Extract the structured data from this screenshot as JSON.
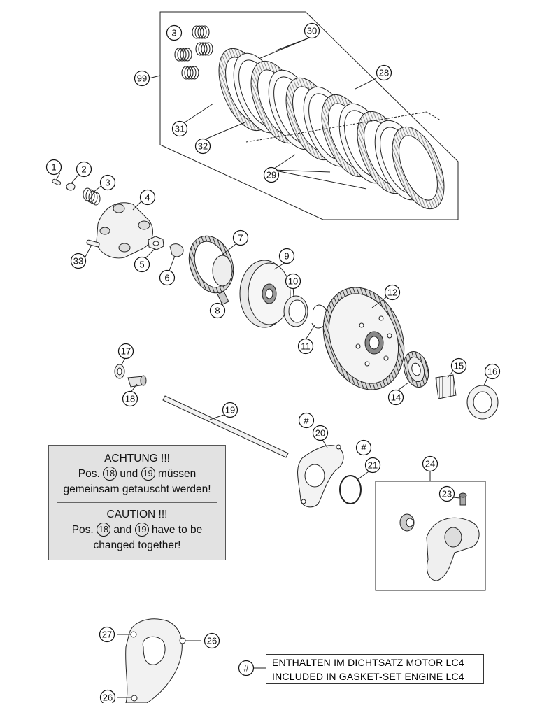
{
  "callouts": [
    {
      "id": "c99",
      "label": "99"
    },
    {
      "id": "c3a",
      "label": "3"
    },
    {
      "id": "c30",
      "label": "30"
    },
    {
      "id": "c28",
      "label": "28"
    },
    {
      "id": "c31",
      "label": "31"
    },
    {
      "id": "c32",
      "label": "32"
    },
    {
      "id": "c29",
      "label": "29"
    },
    {
      "id": "c1",
      "label": "1"
    },
    {
      "id": "c2",
      "label": "2"
    },
    {
      "id": "c3b",
      "label": "3"
    },
    {
      "id": "c4",
      "label": "4"
    },
    {
      "id": "c5",
      "label": "5"
    },
    {
      "id": "c33",
      "label": "33"
    },
    {
      "id": "c6",
      "label": "6"
    },
    {
      "id": "c7",
      "label": "7"
    },
    {
      "id": "c8",
      "label": "8"
    },
    {
      "id": "c9",
      "label": "9"
    },
    {
      "id": "c10",
      "label": "10"
    },
    {
      "id": "c11",
      "label": "11"
    },
    {
      "id": "c12",
      "label": "12"
    },
    {
      "id": "c14",
      "label": "14"
    },
    {
      "id": "c15",
      "label": "15"
    },
    {
      "id": "c16",
      "label": "16"
    },
    {
      "id": "c17",
      "label": "17"
    },
    {
      "id": "c18",
      "label": "18"
    },
    {
      "id": "c19",
      "label": "19"
    },
    {
      "id": "c20",
      "label": "20"
    },
    {
      "id": "c20h",
      "label": "#"
    },
    {
      "id": "c21",
      "label": "21"
    },
    {
      "id": "c21h",
      "label": "#"
    },
    {
      "id": "c24",
      "label": "24"
    },
    {
      "id": "c23",
      "label": "23"
    },
    {
      "id": "c27",
      "label": "27"
    },
    {
      "id": "c26a",
      "label": "26"
    },
    {
      "id": "c26b",
      "label": "26"
    },
    {
      "id": "cLegend",
      "label": "#"
    }
  ],
  "notice_de": {
    "title": "ACHTUNG !!!",
    "pos": "Pos.",
    "ref_a": "18",
    "und": "und",
    "ref_b": "19",
    "tail": "müssen",
    "line3": "gemeinsam getauscht werden!"
  },
  "notice_en": {
    "title": "CAUTION !!!",
    "pos": "Pos.",
    "ref_a": "18",
    "and": "and",
    "ref_b": "19",
    "tail": "have to be",
    "line3": "changed together!"
  },
  "legend": {
    "symbol": "#",
    "line1": "ENTHALTEN IM DICHTSATZ MOTOR LC4",
    "line2": "INCLUDED IN GASKET-SET ENGINE LC4"
  },
  "colors": {
    "line": "#222222",
    "notice_bg": "#e2e2e2",
    "part_fill": "#efefef",
    "part_dark": "#7a7a7a"
  }
}
